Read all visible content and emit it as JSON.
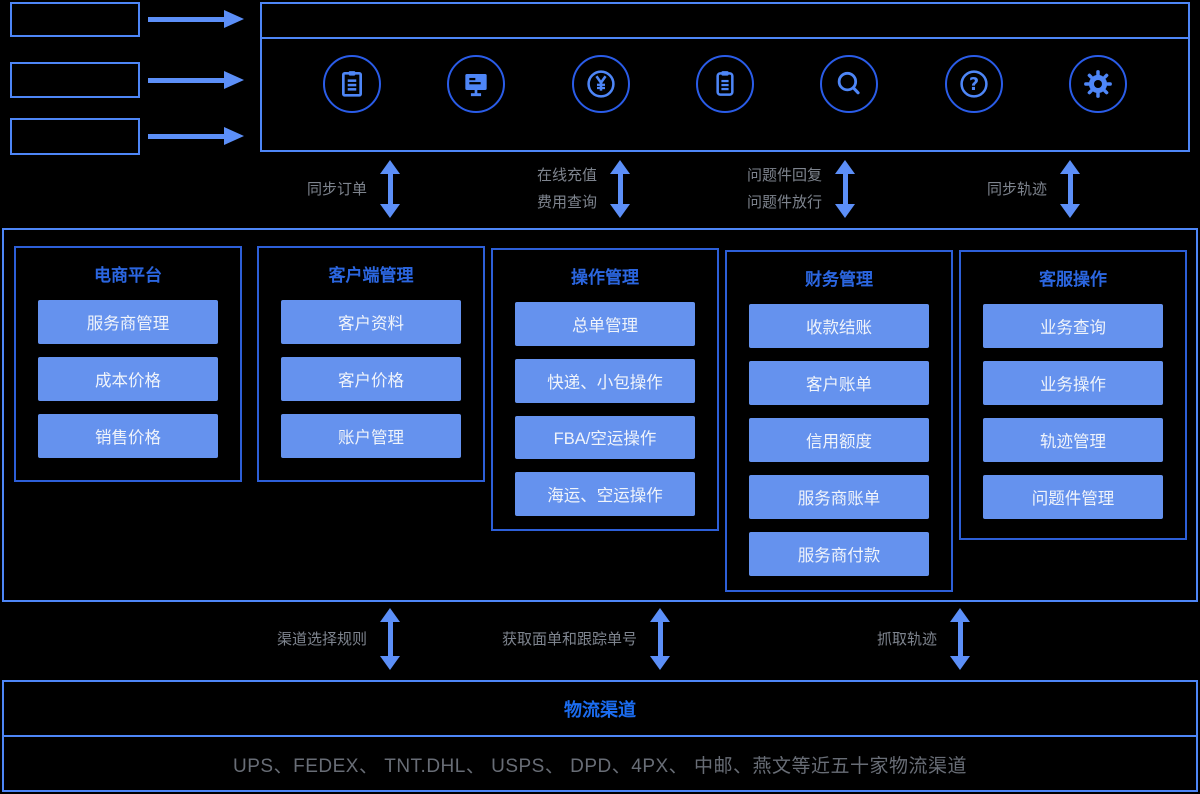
{
  "colors": {
    "background": "#000000",
    "box_border": "#4E86F7",
    "column_border": "#2D5FD8",
    "arrow": "#5C8FF8",
    "icon_blue": "#4E86F7",
    "button_bg": "#6592EE",
    "button_text": "#F0F4FB",
    "module_title": "#2B66E0",
    "channels_title": "#1B6CF0",
    "link_label_gray": "#7E848E",
    "carriers_gray": "#686D76"
  },
  "sources": {
    "items": [
      {
        "label": ""
      },
      {
        "label": ""
      },
      {
        "label": ""
      }
    ]
  },
  "platform": {
    "title": "",
    "icons": [
      {
        "icon": "order-document-icon",
        "label": ""
      },
      {
        "icon": "monitor-icon",
        "label": ""
      },
      {
        "icon": "currency-yuan-icon",
        "label": ""
      },
      {
        "icon": "clipboard-icon",
        "label": ""
      },
      {
        "icon": "search-icon",
        "label": ""
      },
      {
        "icon": "help-icon",
        "label": ""
      },
      {
        "icon": "gear-icon",
        "label": ""
      }
    ]
  },
  "top_links": [
    {
      "lines": [
        "同步订单"
      ]
    },
    {
      "lines": [
        "在线充值",
        "费用查询"
      ]
    },
    {
      "lines": [
        "问题件回复",
        "问题件放行"
      ]
    },
    {
      "lines": [
        "同步轨迹"
      ]
    }
  ],
  "modules": [
    {
      "title": "电商平台",
      "items": [
        "服务商管理",
        "成本价格",
        "销售价格"
      ]
    },
    {
      "title": "客户端管理",
      "items": [
        "客户资料",
        "客户价格",
        "账户管理"
      ]
    },
    {
      "title": "操作管理",
      "items": [
        "总单管理",
        "快递、小包操作",
        "FBA/空运操作",
        "海运、空运操作"
      ]
    },
    {
      "title": "财务管理",
      "items": [
        "收款结账",
        "客户账单",
        "信用额度",
        "服务商账单",
        "服务商付款"
      ]
    },
    {
      "title": "客服操作",
      "items": [
        "业务查询",
        "业务操作",
        "轨迹管理",
        "问题件管理"
      ]
    }
  ],
  "bottom_links": [
    {
      "lines": [
        "渠道选择规则"
      ]
    },
    {
      "lines": [
        "获取面单和跟踪单号"
      ]
    },
    {
      "lines": [
        "抓取轨迹"
      ]
    }
  ],
  "channels": {
    "title": "物流渠道",
    "list": "UPS、FEDEX、 TNT.DHL、 USPS、 DPD、4PX、 中邮、燕文等近五十家物流渠道"
  }
}
